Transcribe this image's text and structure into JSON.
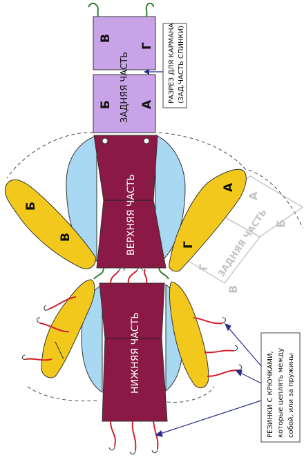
{
  "colors": {
    "purple": "#c9a3e8",
    "maroon": "#8a1a45",
    "lightblue": "#a9d8f2",
    "yellow": "#f2c81c",
    "hook_red": "#d41e2e",
    "hook_green": "#2e7d32",
    "arrow": "#2b2b8f",
    "ghost": "#bdbdbd"
  },
  "labels": {
    "back_part": "ЗАДНЯЯ ЧАСТЬ",
    "upper_part": "ВЕРХНЯЯ ЧАСТЬ",
    "lower_part": "НИЖНЯЯ ЧАСТЬ",
    "ghost_back_part": "ЗАДНЯЯ ЧАСТЬ",
    "letter_b": "Б",
    "letter_v": "В",
    "letter_a": "А",
    "letter_g": "Г"
  },
  "annotations": {
    "pocket_line1": "РАЗРЕЗ ДЛЯ КАРМАНА",
    "pocket_line2": "(ЗАД.ЧАСТЬ СПИНКИ)",
    "elastic_line1": "РЕЗИНКИ С КРЮЧКАМИ,",
    "elastic_line2": "которые цеплять  между",
    "elastic_line3": "собой, или за пружины"
  }
}
